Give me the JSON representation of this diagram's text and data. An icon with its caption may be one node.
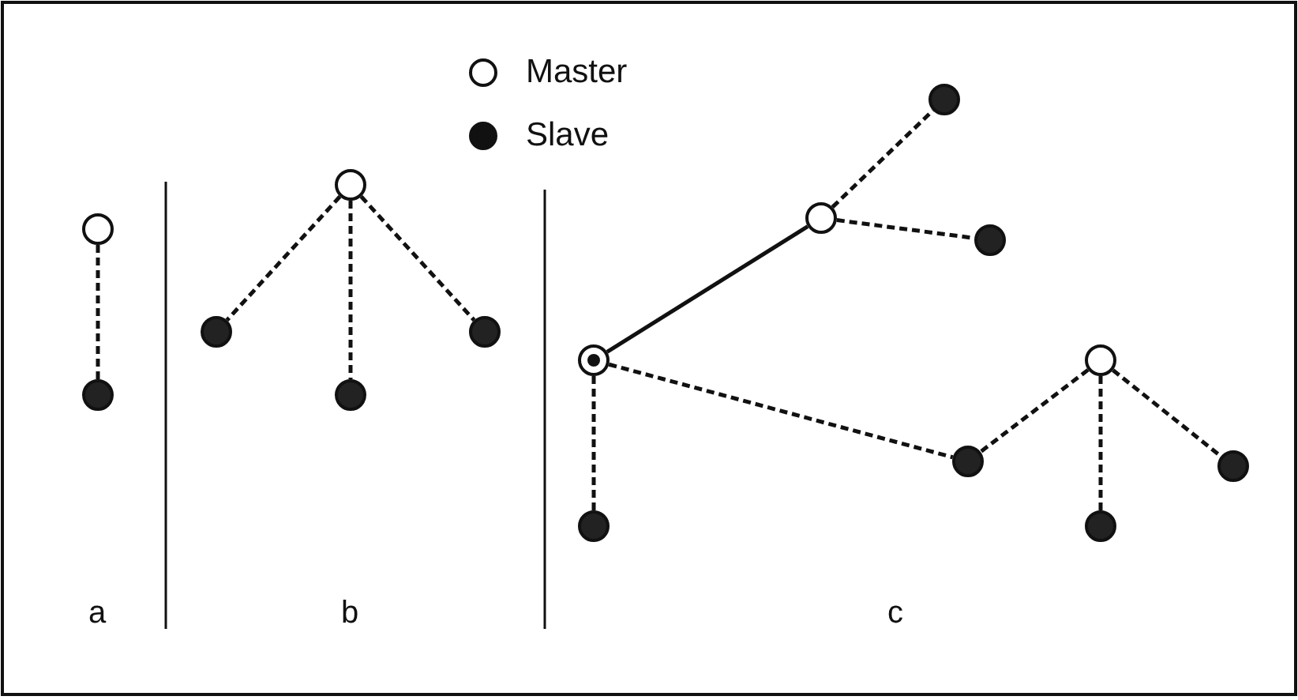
{
  "diagram": {
    "nodes": [
      {
        "text": [],
        "shape": "circle"
      },
      {
        "text": [],
        "shape": "dot"
      },
      {
        "text": [],
        "shape": "circle"
      },
      {
        "text": [],
        "shape": "dot"
      },
      {
        "text": [],
        "shape": "dot"
      },
      {
        "text": [],
        "shape": "dot"
      },
      {
        "text": [],
        "shape": "dot"
      },
      {
        "text": [],
        "shape": "circle"
      },
      {
        "text": [],
        "shape": "dot"
      },
      {
        "text": [],
        "shape": "bullseye"
      },
      {
        "text": [],
        "shape": "circle"
      },
      {
        "text": [],
        "shape": "dot"
      },
      {
        "text": [],
        "shape": "dot"
      },
      {
        "text": [],
        "shape": "dot"
      },
      {
        "text": [],
        "shape": "dot"
      }
    ],
    "edges": [
      {
        "from": 0,
        "to": 1,
        "arrow": "none",
        "style": "dashed"
      },
      {
        "from": 2,
        "to": 3,
        "arrow": "none",
        "style": "dashed"
      },
      {
        "from": 2,
        "to": 4,
        "arrow": "none",
        "style": "dashed"
      },
      {
        "from": 2,
        "to": 5,
        "arrow": "none",
        "style": "dashed"
      },
      {
        "from": 7,
        "to": 6,
        "arrow": "none",
        "style": "dashed"
      },
      {
        "from": 7,
        "to": 8,
        "arrow": "none",
        "style": "dashed"
      },
      {
        "from": 9,
        "to": 7,
        "arrow": "none"
      },
      {
        "from": 9,
        "to": 13,
        "arrow": "none",
        "style": "dashed"
      },
      {
        "from": 9,
        "to": 11,
        "arrow": "none",
        "style": "dashed"
      },
      {
        "from": 10,
        "to": 11,
        "arrow": "none",
        "style": "dashed"
      },
      {
        "from": 10,
        "to": 14,
        "arrow": "none",
        "style": "dashed"
      },
      {
        "from": 10,
        "to": 12,
        "arrow": "none",
        "style": "dashed"
      }
    ],
    "labels": [
      "a",
      "b",
      "c"
    ],
    "legend": [
      {
        "text": "Master"
      },
      {
        "text": "Slave"
      }
    ]
  }
}
